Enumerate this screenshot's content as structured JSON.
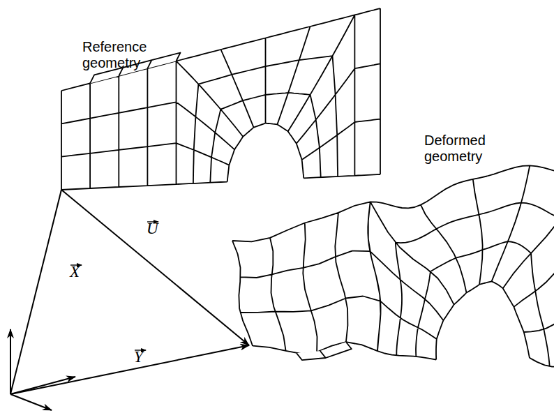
{
  "diagram": {
    "labels": [
      "Reference geometry",
      "Deformed geometry",
      "X",
      "U",
      "Y"
    ]
  }
}
